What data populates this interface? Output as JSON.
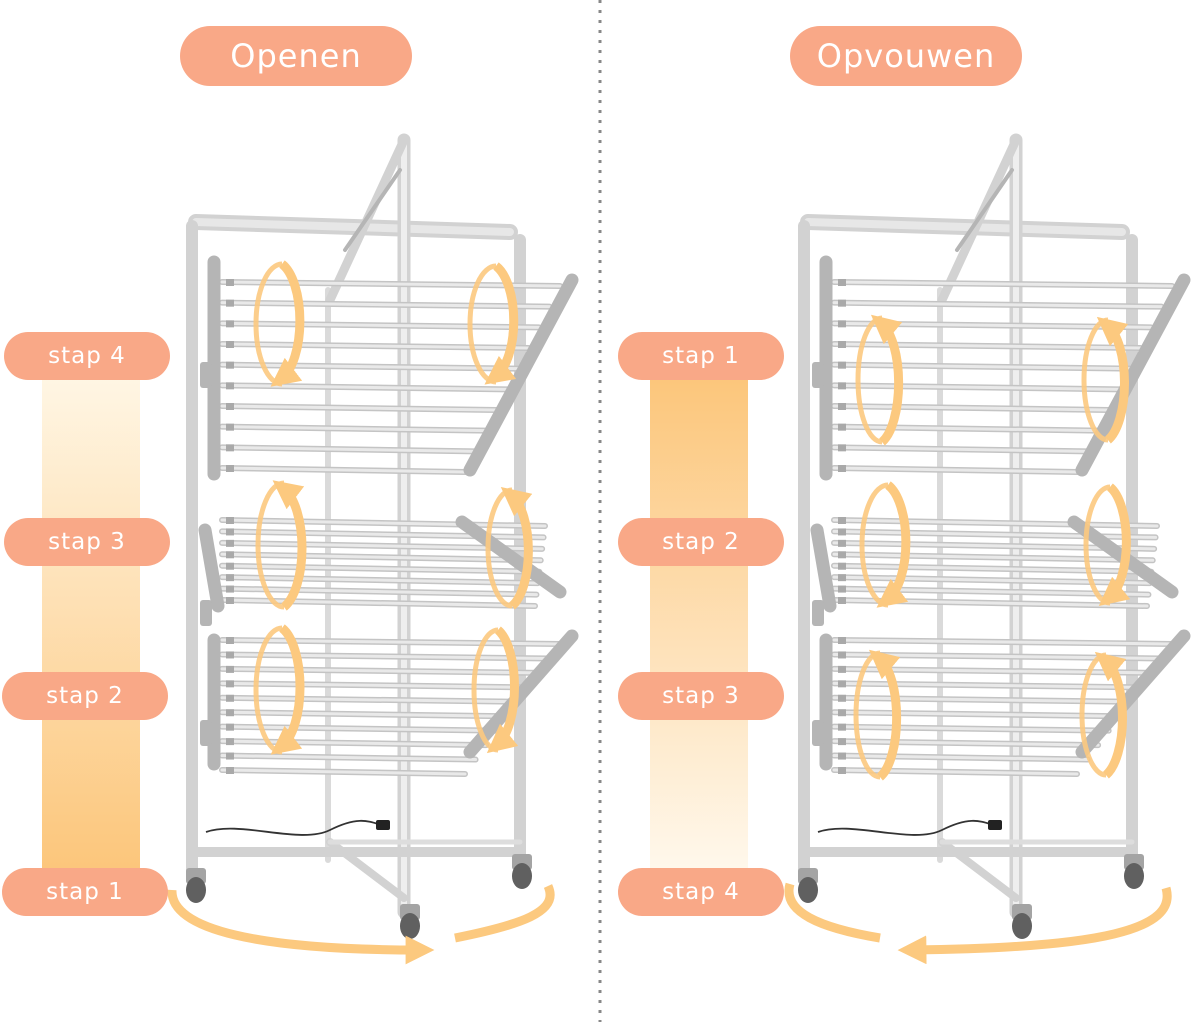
{
  "left_panel": {
    "title": "Openen",
    "steps": [
      "stap 4",
      "stap 3",
      "stap 2",
      "stap 1"
    ]
  },
  "right_panel": {
    "title": "Opvouwen",
    "steps": [
      "stap 1",
      "stap 2",
      "stap 3",
      "stap 4"
    ]
  },
  "colors": {
    "pill": "#f9a887",
    "arrow": "#fcc97f",
    "frame": "#cfcfcf",
    "divider": "#888888"
  }
}
